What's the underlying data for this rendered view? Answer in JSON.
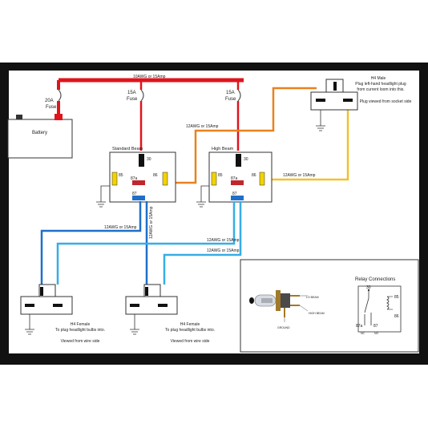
{
  "wire_labels": {
    "top_main": "10AWG or 15Amp",
    "orange_run": "12AWG or 15Amp",
    "yellow_run": "12AWG or 15Amp",
    "blue_vertical": "12AWG or 15Amp",
    "blue_std": "12AWG or 15Amp",
    "light_blue_1": "12AWG or 15Amp",
    "light_blue_2": "12AWG or 15Amp"
  },
  "fuses": {
    "main_amp": "20A",
    "main_label": "Fuse",
    "left_amp": "15A",
    "left_label": "Fuse",
    "right_amp": "15A",
    "right_label": "Fuse"
  },
  "battery": {
    "label": "Battery"
  },
  "relays": {
    "standard": {
      "title": "Standard Beam",
      "pin_30": "30",
      "pin_85": "85",
      "pin_86": "86",
      "pin_87a": "87a",
      "pin_87": "87"
    },
    "high": {
      "title": "High Beam",
      "pin_30": "30",
      "pin_85": "85",
      "pin_86": "86",
      "pin_87a": "87a",
      "pin_87": "87"
    }
  },
  "h4_male": {
    "line1": "H4 Male",
    "line2": "Plug left-hand headlight plug",
    "line3": "from current loom into this.",
    "line4": "Plug viewed from socket side"
  },
  "h4_female_left": {
    "line1": "H4 Female",
    "line2": "To plug headlight bulbs into.",
    "line3": "Viewed from wire side"
  },
  "h4_female_right": {
    "line1": "H4 Female",
    "line2": "To plug headlight bulbs into.",
    "line3": "Viewed from wire side"
  },
  "inset": {
    "bulb_low": "LO BEAM",
    "bulb_high": "HIGH BEAM",
    "bulb_ground": "GROUND",
    "title": "Relay Connections",
    "pin_30": "30",
    "pin_85": "85",
    "pin_86": "86",
    "pin_87a": "87a",
    "pin_87": "87",
    "nc": "NC",
    "no": "NO"
  },
  "colors": {
    "red": "#e0141c",
    "orange": "#e8821e",
    "yellow": "#f2c12e",
    "blue": "#1f6fc9",
    "light_blue": "#35aee6",
    "frame": "#111111"
  }
}
